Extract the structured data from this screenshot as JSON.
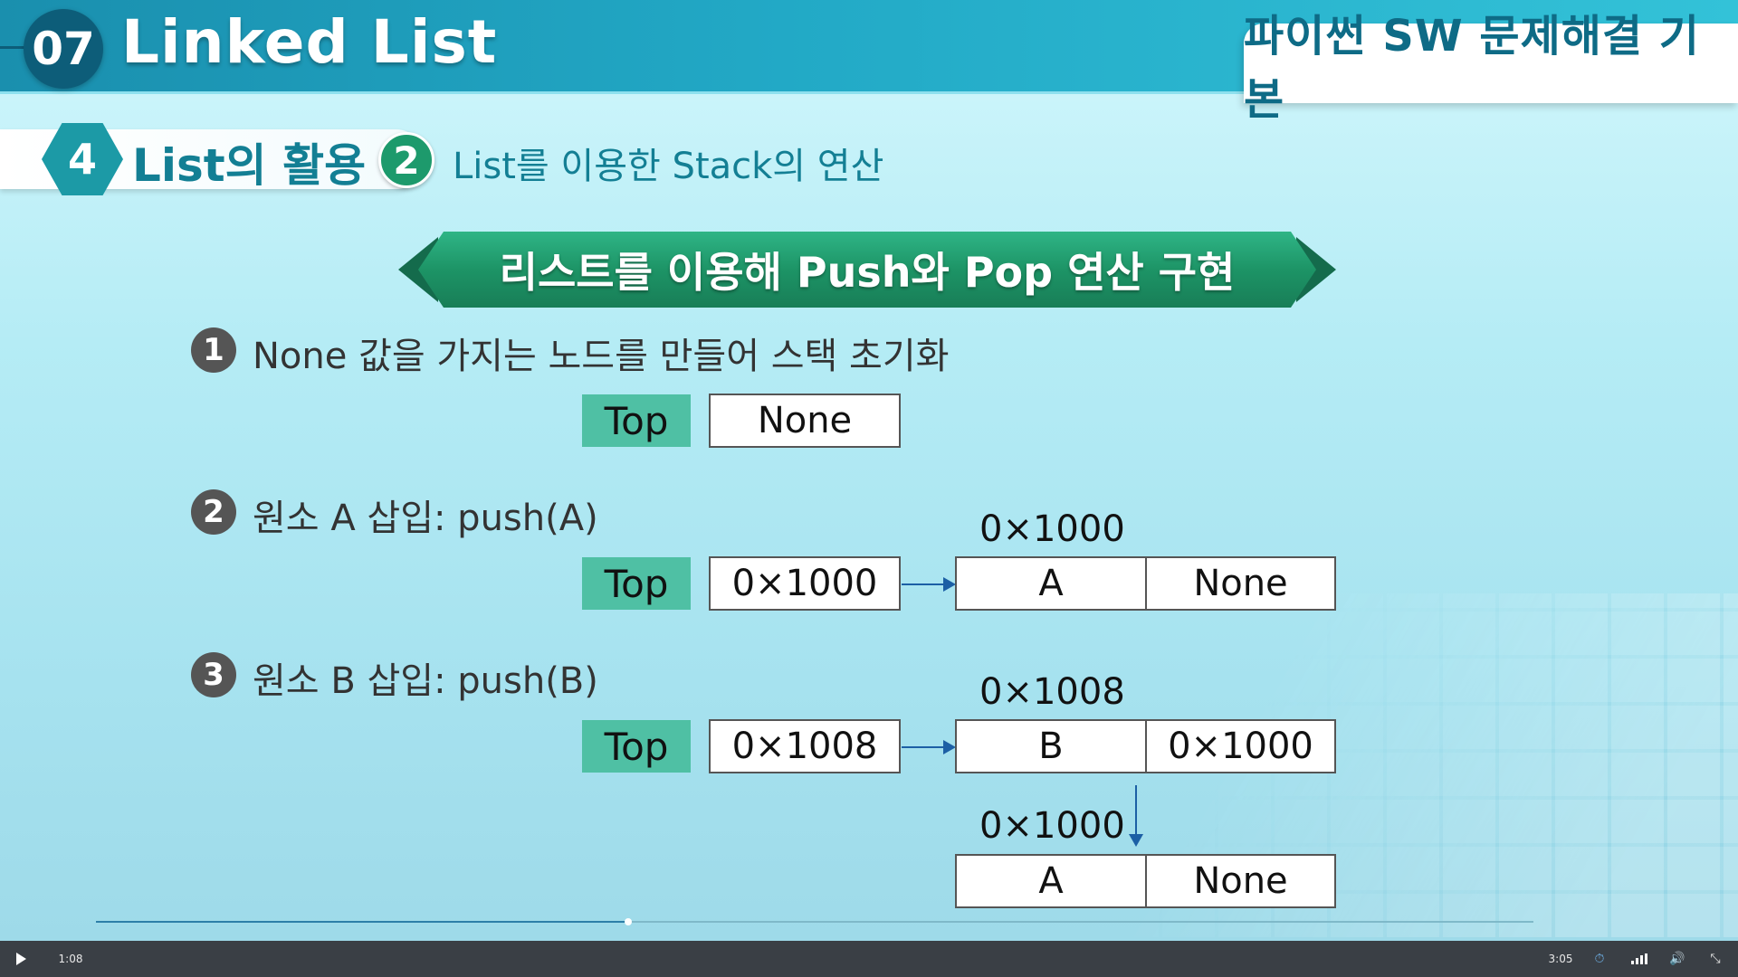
{
  "header": {
    "chapter_number": "07",
    "chapter_title": "Linked List",
    "course_title": "파이썬 SW 문제해결 기본"
  },
  "section": {
    "number": "4",
    "title": "List의 활용",
    "sub_number": "2",
    "sub_title": "List를 이용한 Stack의 연산"
  },
  "ribbon": {
    "title": "리스트를 이용해 Push와 Pop 연산 구현"
  },
  "steps": [
    {
      "number": "1",
      "text": "None 값을 가지는 노드를 만들어 스택 초기화",
      "top_label": "Top",
      "top_value": "None"
    },
    {
      "number": "2",
      "text": "원소 A 삽입: push(A)",
      "top_label": "Top",
      "top_value": "0×1000",
      "node_address": "0×1000",
      "node_data": "A",
      "node_next": "None"
    },
    {
      "number": "3",
      "text": "원소 B 삽입: push(B)",
      "top_label": "Top",
      "top_value": "0×1008",
      "node_address": "0×1008",
      "node_data": "B",
      "node_next": "0×1000",
      "second_address": "0×1000",
      "second_data": "A",
      "second_next": "None"
    }
  ],
  "player": {
    "current_time": "1:08",
    "total_time": "3:05",
    "progress": 0.37,
    "icons": [
      "play-icon",
      "speed-icon",
      "quality-icon",
      "volume-icon",
      "fullscreen-exit-icon"
    ]
  },
  "colors": {
    "banner": "#22a9c6",
    "ribbon_green": "#1d9466",
    "top_box": "#4fc0a4",
    "arrow": "#1c5fa5"
  }
}
